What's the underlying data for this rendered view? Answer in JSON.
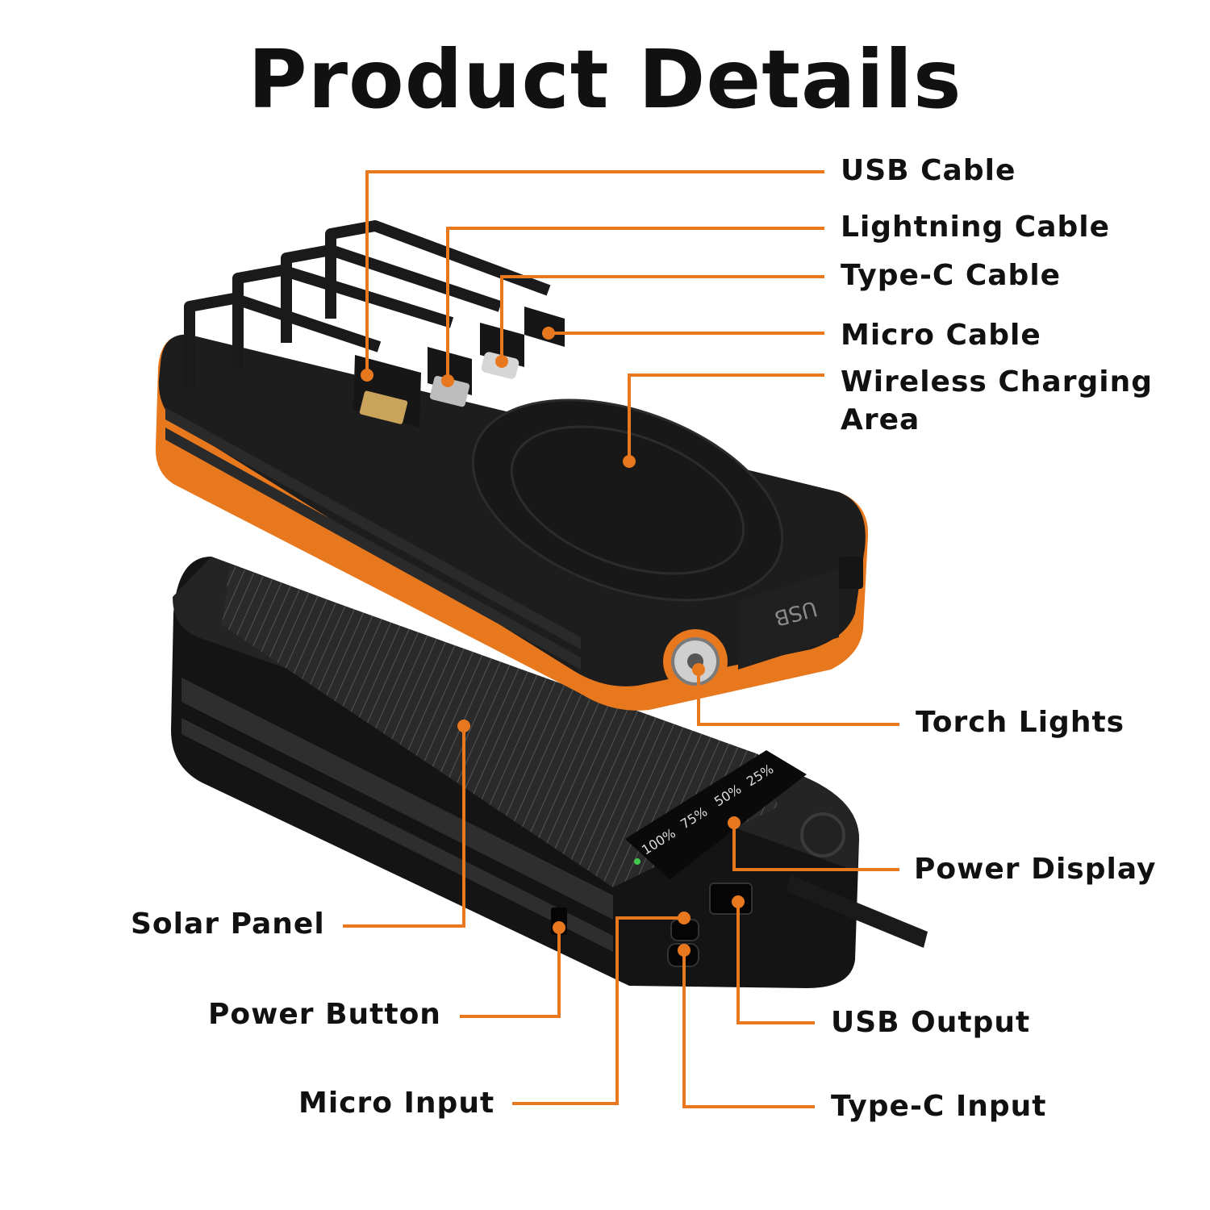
{
  "title": "Product Details",
  "colors": {
    "accent": "#E8781E",
    "body": "#1C1C1C",
    "text": "#111111"
  },
  "printed_marks": {
    "usb_port_label": "USB",
    "display_levels": [
      "100%",
      "75%",
      "50%",
      "25%"
    ]
  },
  "callouts": {
    "usb_cable": "USB Cable",
    "lightning_cable": "Lightning Cable",
    "typec_cable": "Type-C Cable",
    "micro_cable": "Micro Cable",
    "wireless_area_1": "Wireless Charging",
    "wireless_area_2": "Area",
    "torch_lights": "Torch Lights",
    "power_display": "Power Display",
    "solar_panel": "Solar Panel",
    "power_button": "Power Button",
    "usb_output": "USB Output",
    "micro_input": "Micro Input",
    "typec_input": "Type-C Input"
  }
}
